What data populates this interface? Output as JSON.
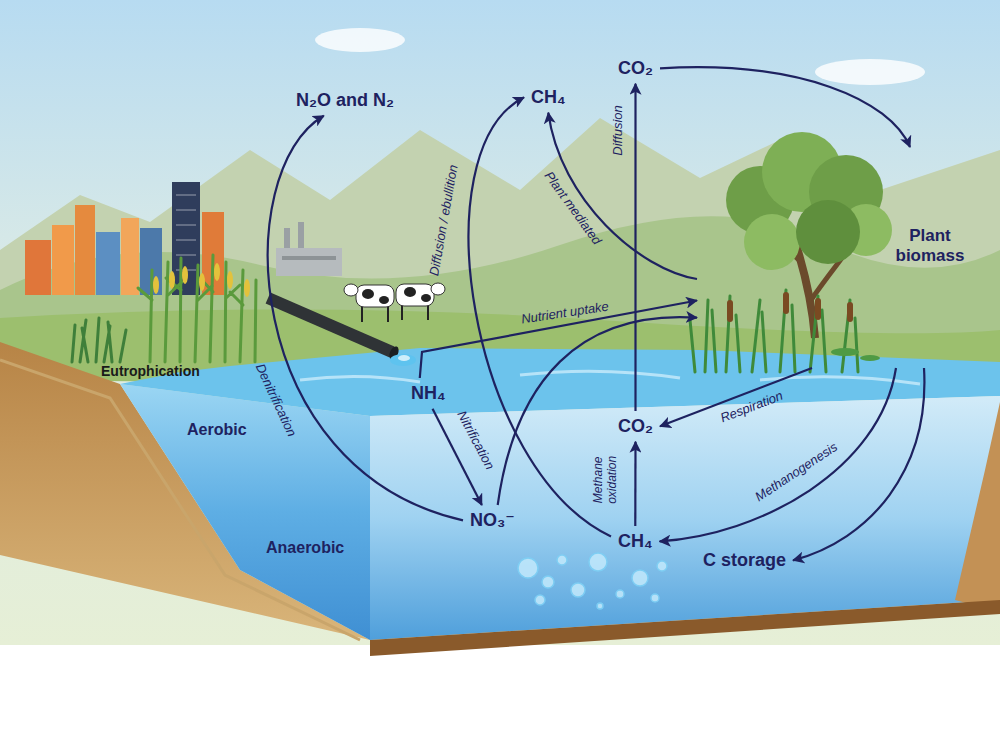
{
  "diagram": {
    "nodes": [
      {
        "text": [
          "N₂O and N₂"
        ]
      },
      {
        "text": [
          "CH₄"
        ]
      },
      {
        "text": [
          "CO₂"
        ]
      },
      {
        "text": [
          "Plant biomass"
        ]
      },
      {
        "text": [
          "NH₄"
        ]
      },
      {
        "text": [
          "CO₂"
        ]
      },
      {
        "text": [
          "NO₃⁻"
        ]
      },
      {
        "text": [
          "CH₄"
        ]
      },
      {
        "text": [
          "C storage"
        ]
      }
    ],
    "edges": [
      {
        "from": 6,
        "to": 0,
        "label": "Denitrification",
        "arrow": "to"
      },
      {
        "from": 4,
        "to": 6,
        "label": "Nitrification",
        "arrow": "to"
      },
      {
        "from": 4,
        "to": 3,
        "label": "Nutrient uptake",
        "arrow": "to"
      },
      {
        "from": 6,
        "to": 3,
        "arrow": "to"
      },
      {
        "from": 7,
        "to": 1,
        "label": "Diffusion / ebullition",
        "arrow": "to"
      },
      {
        "from": 3,
        "to": 1,
        "label": "Plant mediated",
        "arrow": "to"
      },
      {
        "from": 5,
        "to": 2,
        "label": "Diffusion",
        "arrow": "to"
      },
      {
        "from": 2,
        "to": 3,
        "arrow": "to"
      },
      {
        "from": 3,
        "to": 5,
        "label": "Respiration",
        "arrow": "to"
      },
      {
        "from": 7,
        "to": 5,
        "label": "Methane oxidation",
        "arrow": "to"
      },
      {
        "from": 3,
        "to": 7,
        "label": "Methanogenesis",
        "arrow": "to"
      },
      {
        "from": 3,
        "to": 8,
        "arrow": "to"
      }
    ],
    "labels": [
      "Eutrophication",
      "Aerobic",
      "Anaerobic"
    ]
  }
}
